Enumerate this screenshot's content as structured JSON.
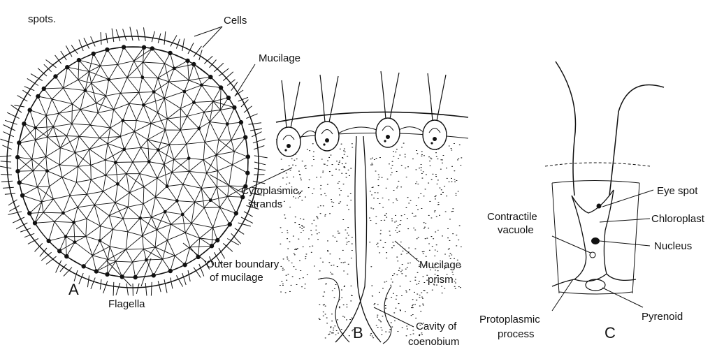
{
  "figure": {
    "labels": {
      "spots": "spots.",
      "cells": "Cells",
      "mucilage": "Mucilage",
      "cytoplasmic_1": "Cytoplasmic",
      "cytoplasmic_2": "strands",
      "outer_1": "Outer boundary",
      "outer_2": "of mucilage",
      "flagella": "Flagella",
      "panel_a": "A",
      "panel_b": "B",
      "panel_c": "C",
      "mucilage_prism_1": "Mucilage",
      "mucilage_prism_2": "prism",
      "cavity_1": "Cavity of",
      "cavity_2": "coenobium",
      "eye_spot": "Eye spot",
      "chloroplast": "Chloroplast",
      "contractile_1": "Contractile",
      "contractile_2": "vacuole",
      "nucleus": "Nucleus",
      "pyrenoid": "Pyrenoid",
      "proto_1": "Protoplasmic",
      "proto_2": "process"
    },
    "colors": {
      "ink": "#111111",
      "background": "#ffffff"
    }
  }
}
